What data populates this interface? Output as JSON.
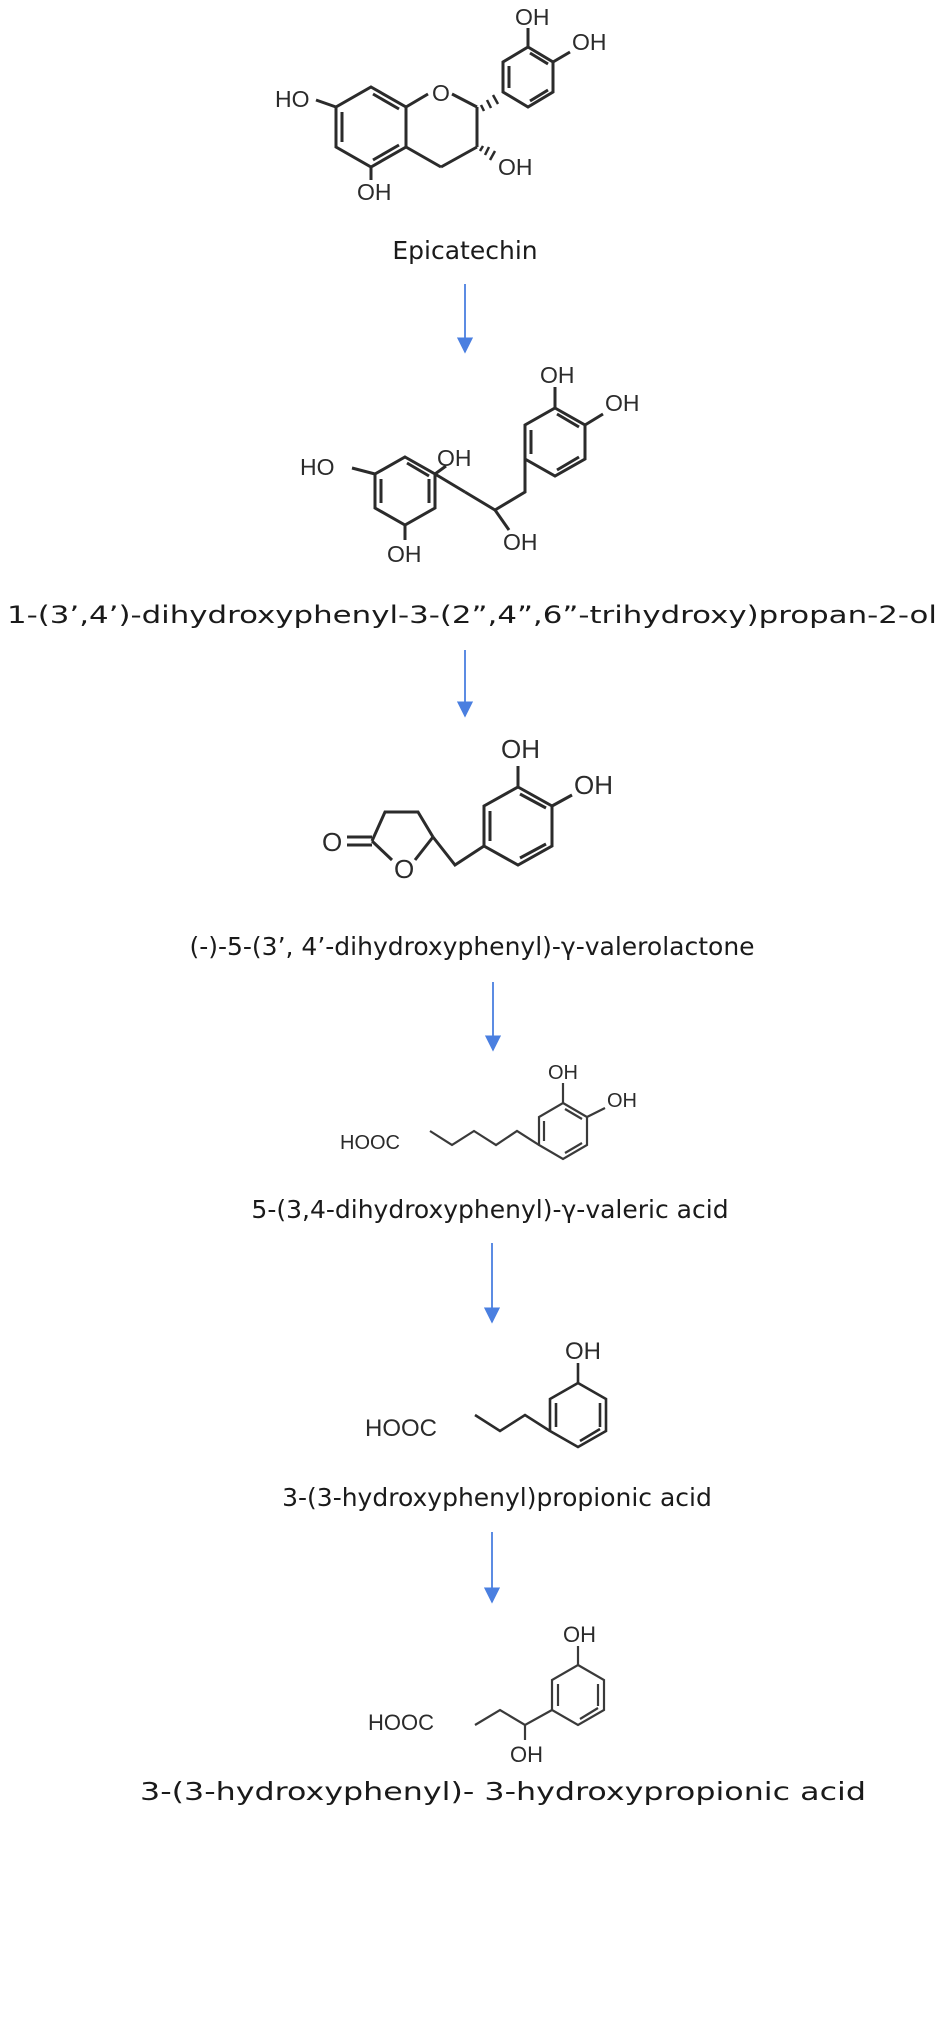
{
  "compounds": [
    {
      "name": "Epicatechin",
      "labels": {
        "oh_a": "OH",
        "oh_b": "OH",
        "ho_left": "HO",
        "ring_o": "O",
        "oh_bottom": "OH",
        "oh_c3": "OH"
      }
    },
    {
      "name": "1-(3’,4’)-dihydroxyphenyl-3-(2”,4”,6”-trihydroxy)propan-2-ol",
      "labels": {
        "oh_a": "OH",
        "oh_b": "OH",
        "ho_left": "HO",
        "oh_top": "OH",
        "oh_bottom": "OH",
        "oh_chain": "OH"
      }
    },
    {
      "name": "(-)-5-(3’, 4’-dihydroxyphenyl)-γ-valerolactone",
      "labels": {
        "oh_a": "OH",
        "oh_b": "OH",
        "carbonyl_o": "O",
        "ring_o": "O"
      }
    },
    {
      "name": "5-(3,4-dihydroxyphenyl)-γ-valeric acid",
      "labels": {
        "oh_a": "OH",
        "oh_b": "OH",
        "cooh": "HOOC"
      }
    },
    {
      "name": "3-(3-hydroxyphenyl)propionic acid",
      "labels": {
        "oh_a": "OH",
        "cooh": "HOOC"
      }
    },
    {
      "name": "3-(3-hydroxyphenyl)- 3-hydroxypropionic acid",
      "labels": {
        "oh_a": "OH",
        "cooh": "HOOC",
        "oh_chain": "OH"
      }
    }
  ],
  "colors": {
    "arrow": "#4a7fe0",
    "bond": "#2b2b2b",
    "text": "#1a1a1a"
  }
}
